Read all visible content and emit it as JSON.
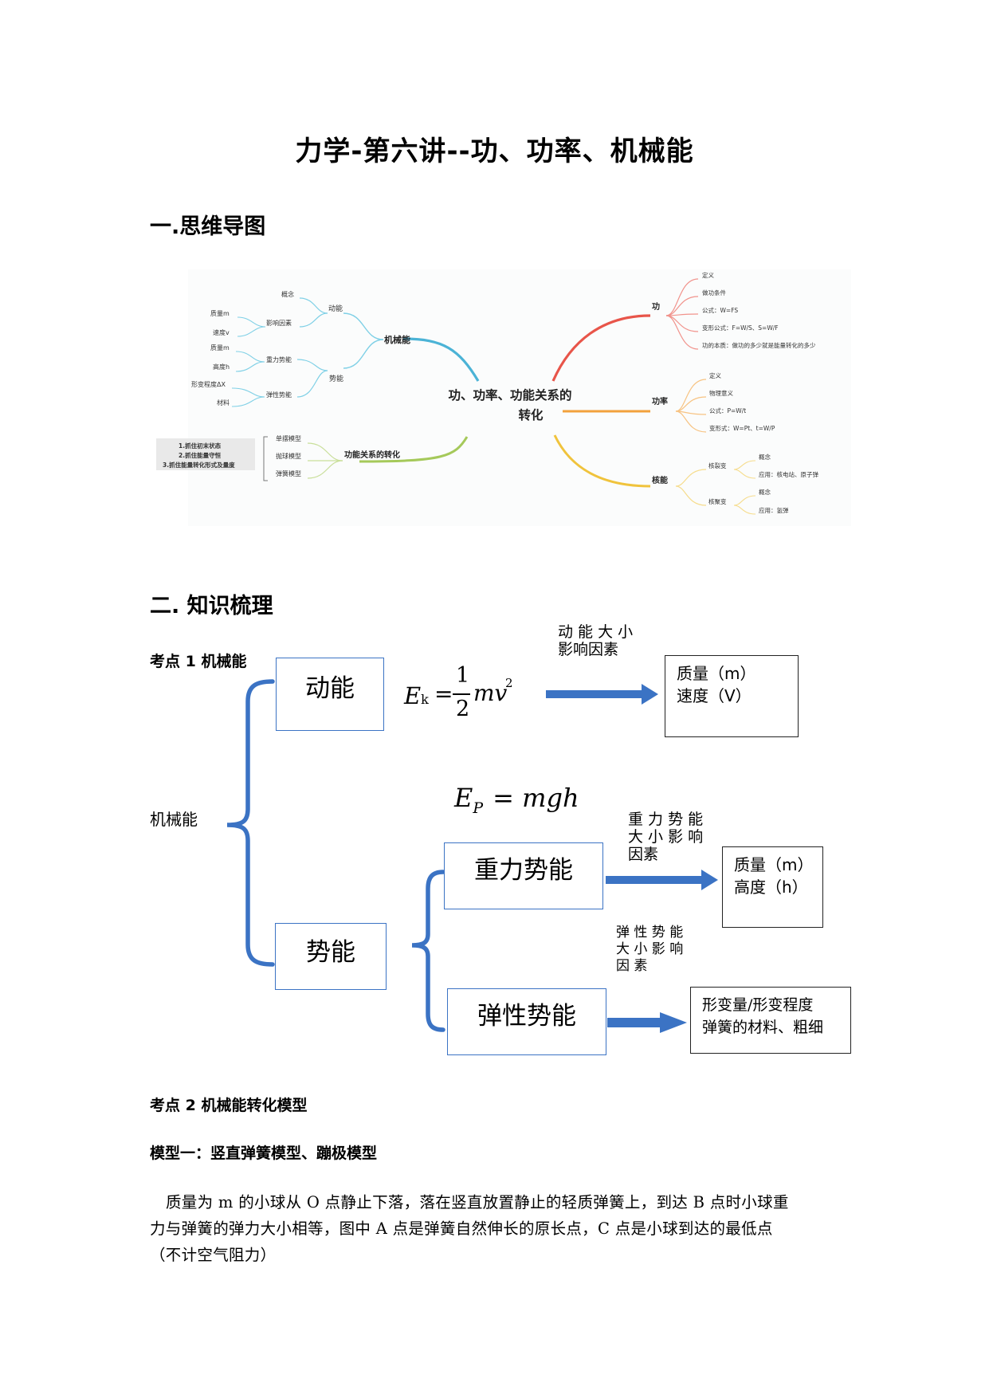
{
  "title": "力学-第六讲--功、功率、机械能",
  "section1": {
    "heading": "一.思维导图"
  },
  "mindmap": {
    "center": [
      "功、功率、功能关系的",
      "转化"
    ],
    "left": {
      "jixieneng": "机械能",
      "dongneng": "动能",
      "gainian": "概念",
      "yingxiang": "影响因素",
      "zhiliang_m": "质量m",
      "sudu_v": "速度v",
      "shineng": "势能",
      "zhongli": "重力势能",
      "zhiliang_m2": "质量m",
      "gaodu_h": "高度h",
      "tanxing": "弹性势能",
      "xingbian": "形变程度ΔX",
      "cailiao": "材料",
      "gongneng": "功能关系的转化",
      "models": [
        "单摆模型",
        "抛球模型",
        "弹簧模型"
      ],
      "steps": [
        "1.抓住初末状态",
        "2.抓住能量守恒",
        "3.抓住能量转化形式及量度"
      ]
    },
    "right": {
      "gong": "功",
      "gong_items": [
        "定义",
        "做功条件",
        "公式：W=FS",
        "变形公式：F=W/S、S=W/F",
        "功的本质：做功的多少就是能量转化的多少"
      ],
      "gonglv": "功率",
      "gonglv_items": [
        "定义",
        "物理意义",
        "公式：P=W/t",
        "变形式：W=Pt、t=W/P"
      ],
      "heneng": "核能",
      "liebian": "核裂变",
      "liebian_items": [
        "概念",
        "应用：核电站、原子弹"
      ],
      "jubian": "核聚变",
      "jubian_items": [
        "概念",
        "应用：氢弹"
      ]
    }
  },
  "section2": {
    "heading": "二. 知识梳理"
  },
  "kaodian1": "考点 1  机械能",
  "tree": {
    "root": "机械能",
    "dongneng": "动能",
    "shineng": "势能",
    "zhongli": "重力势能",
    "tanxing": "弹性势能",
    "ek_formula": {
      "E": "E",
      "sub": "k",
      "eq": "=",
      "num": "1",
      "den": "2",
      "mv": "mv",
      "sup": "2"
    },
    "ep_formula": {
      "E": "E",
      "sub": "P",
      "rest": "= mgh"
    },
    "dn_note": [
      "动 能 大 小",
      "影响因素"
    ],
    "zl_note": [
      "重 力 势 能",
      "大 小 影 响",
      "因素"
    ],
    "tx_note": [
      "弹 性 势 能",
      "大 小 影 响",
      "因 素"
    ],
    "dn_result": [
      "质量（m）",
      "速度（V）"
    ],
    "zl_result": [
      "质量（m）",
      "高度（h）"
    ],
    "tx_result": [
      "形变量/形变程度",
      "弹簧的材料、粗细"
    ]
  },
  "kaodian2": "考点 2  机械能转化模型",
  "model1": "模型一：竖直弹簧模型、蹦极模型",
  "paragraph": [
    "质量为 m 的小球从 O 点静止下落，落在竖直放置静止的轻质弹簧上，到达 B 点时小球重",
    "力与弹簧的弹力大小相等，图中 A 点是弹簧自然伸长的原长点，C 点是小球到达的最低点",
    "（不计空气阻力）"
  ],
  "colors": {
    "box": "#3b73c4",
    "arrow": "#3b73c4",
    "gong": "#e8554a",
    "gonglv": "#f2a13c",
    "heneng": "#f0c33c",
    "jixie": "#4bb3d6",
    "gongneng": "#a5c95a"
  }
}
